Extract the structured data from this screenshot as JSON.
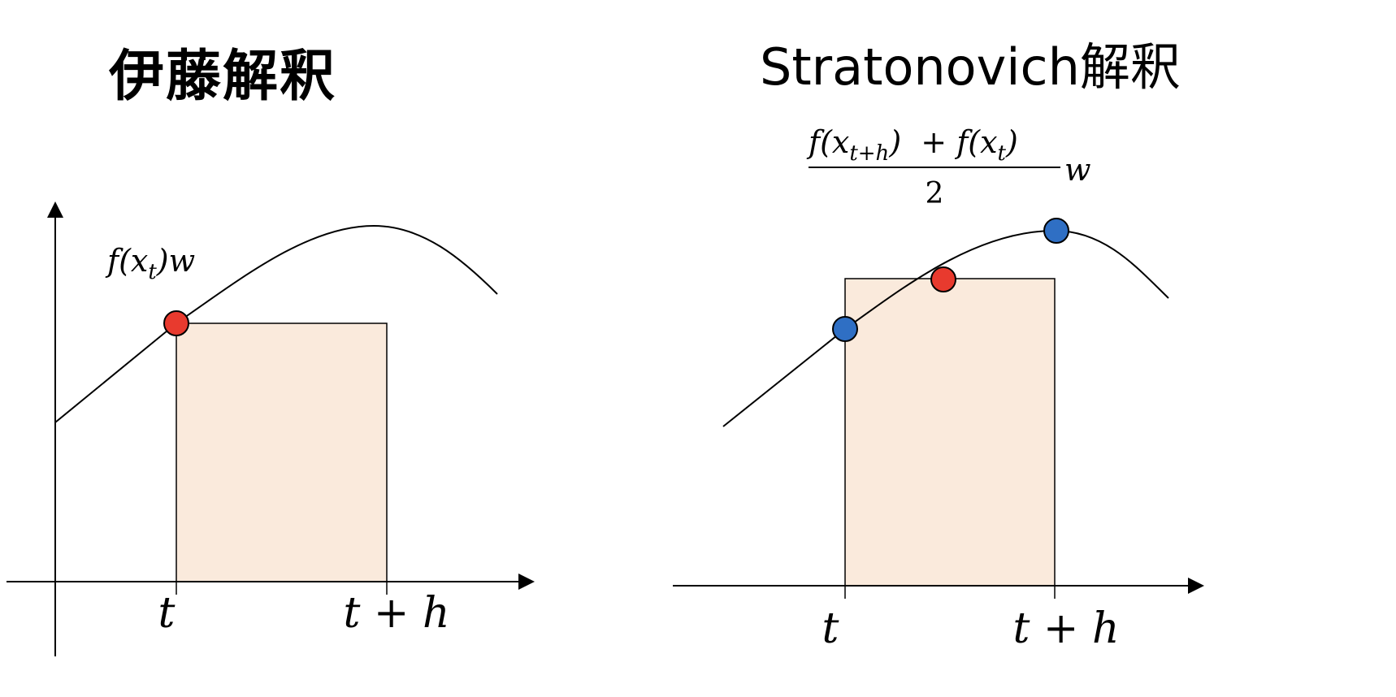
{
  "colors": {
    "rect_fill": "#faeadc",
    "point_red": "#e83a2e",
    "point_blue": "#2f6fc4",
    "line": "#000000"
  },
  "left_panel": {
    "title": "伊藤解釈",
    "formula": {
      "f": "f",
      "paren_open": "(",
      "x": "x",
      "sub_t": "t",
      "paren_close": ")",
      "w": "w"
    },
    "tick_t": "t",
    "tick_th": "t + h"
  },
  "right_panel": {
    "title": "Stratonovich解釈",
    "formula": {
      "num_left": "f(x",
      "num_sub1": "t+h",
      "num_mid": ")  + f(x",
      "num_sub2": "t",
      "num_right": ")",
      "denominator": "2",
      "w": "w"
    },
    "tick_t": "t",
    "tick_th": "t + h"
  }
}
